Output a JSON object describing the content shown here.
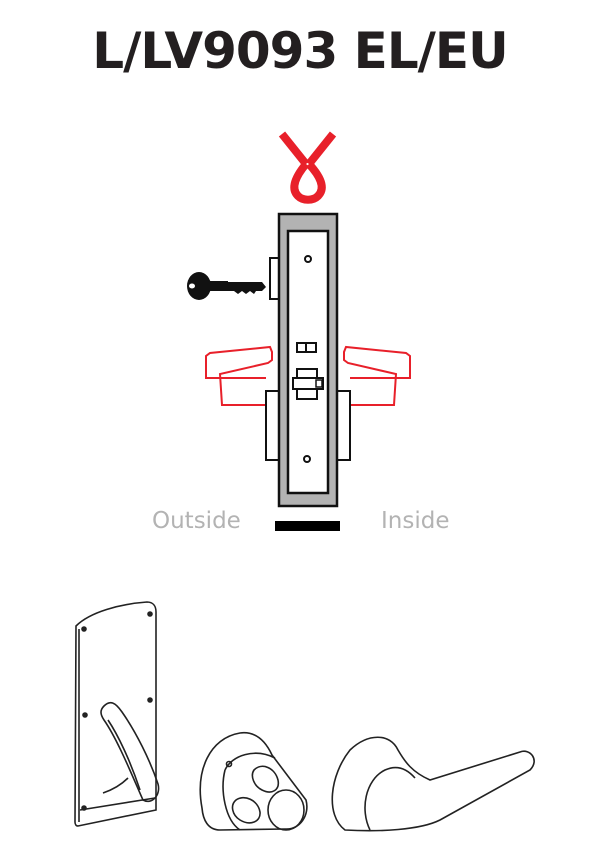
{
  "title": "L/LV9093 EL/EU",
  "labels": {
    "outside": "Outside",
    "inside": "Inside"
  },
  "colors": {
    "title": "#231f20",
    "accent_red": "#e8202a",
    "case_gray": "#b3b3b3",
    "label_gray": "#b3b3b3",
    "line": "#111111"
  },
  "icons": {
    "top": "red-loop-symbol",
    "key": "key-icon",
    "lock_body": "mortise-lock-case",
    "levers": "lever-handles",
    "door_edge": "door-edge-bar"
  },
  "product_images": [
    {
      "name": "escutcheon-plate-with-lever"
    },
    {
      "name": "cone-rose-trim"
    },
    {
      "name": "lever-handle"
    }
  ]
}
